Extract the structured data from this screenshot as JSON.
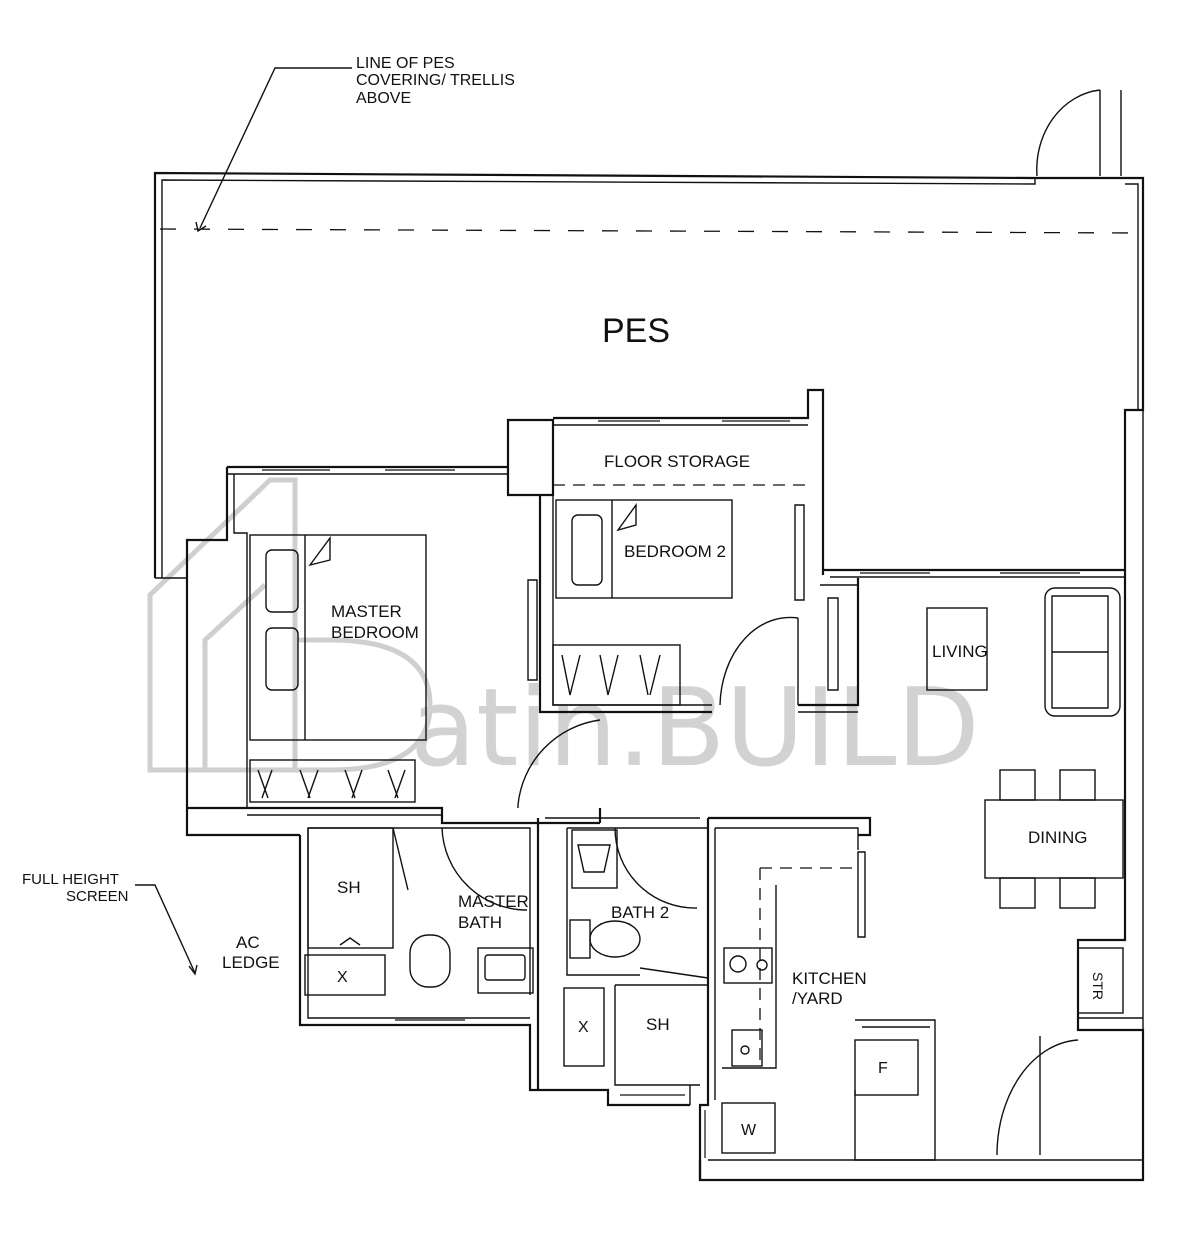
{
  "annotations": {
    "pes_cover": [
      "LINE OF PES",
      "COVERING/ TRELLIS",
      "ABOVE"
    ],
    "screen": [
      "FULL HEIGHT",
      "SCREEN"
    ]
  },
  "rooms": {
    "pes": "PES",
    "floor_storage": "FLOOR STORAGE",
    "bedroom2": "BEDROOM 2",
    "master_bedroom": [
      "MASTER",
      "BEDROOM"
    ],
    "living": "LIVING",
    "dining": "DINING",
    "master_bath": [
      "MASTER",
      "BATH"
    ],
    "bath2": "BATH 2",
    "kitchen": [
      "KITCHEN",
      "/YARD"
    ],
    "ac_ledge": [
      "AC",
      "LEDGE"
    ],
    "sh1": "SH",
    "sh2": "SH",
    "str": "STR",
    "fridge": "F",
    "washer": "W",
    "x1": "X",
    "x2": "X"
  },
  "watermark": {
    "text": "atin.BUILD"
  }
}
